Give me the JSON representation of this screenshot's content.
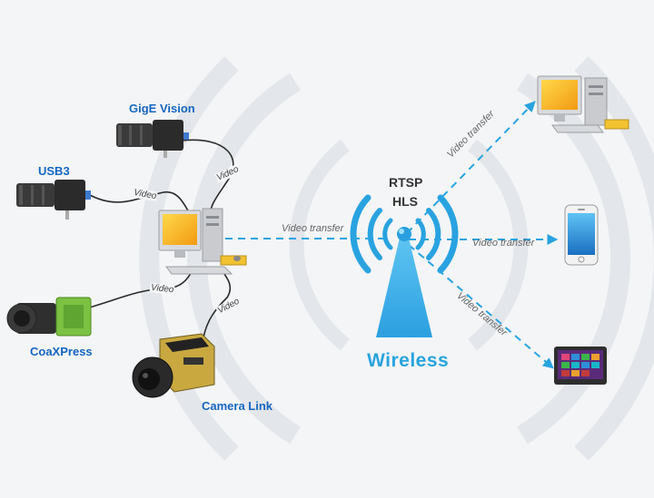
{
  "cameras": {
    "gige": "GigE Vision",
    "usb3": "USB3",
    "coaxpress": "CoaXPress",
    "cameralink": "Camera Link"
  },
  "cable_label": "Video",
  "transfer_label": "Video transfer",
  "protocols": {
    "rtsp": "RTSP",
    "hls": "HLS"
  },
  "wireless_label": "Wireless",
  "colors": {
    "accent": "#29a3e0",
    "camera_label": "#1565c0",
    "background": "#f4f5f7"
  },
  "icons": [
    "camera-icon",
    "desktop-computer-icon",
    "antenna-tower-icon",
    "smartphone-icon",
    "tablet-icon"
  ]
}
